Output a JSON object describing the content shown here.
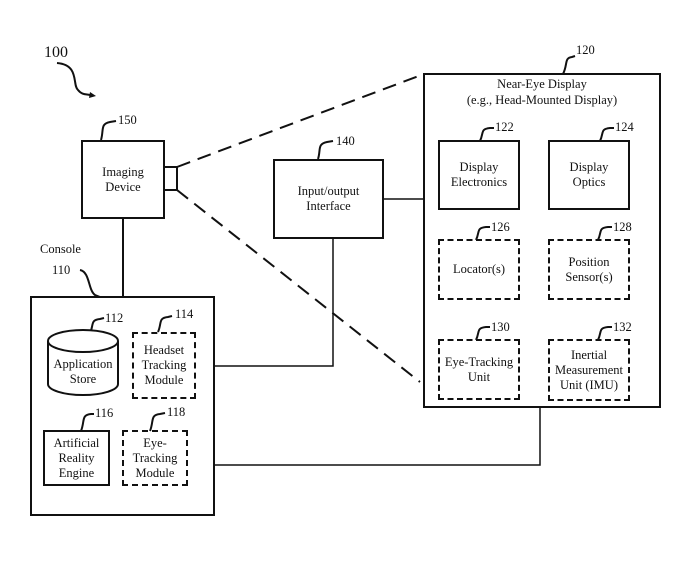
{
  "figure_ref": "100",
  "imaging_device": {
    "ref": "150",
    "label": "Imaging Device"
  },
  "console": {
    "ref": "110",
    "label": "Console"
  },
  "application_store": {
    "ref": "112",
    "label": "Application Store"
  },
  "headset_tracking": {
    "ref": "114",
    "label": "Headset Tracking Module"
  },
  "ar_engine": {
    "ref": "116",
    "label": "Artificial Reality Engine"
  },
  "eye_tracking_module": {
    "ref": "118",
    "label": "Eye-Tracking Module"
  },
  "io_interface": {
    "ref": "140",
    "label": "Input/output Interface"
  },
  "near_eye_display": {
    "ref": "120",
    "title_line1": "Near-Eye Display",
    "title_line2": "(e.g., Head-Mounted Display)"
  },
  "display_electronics": {
    "ref": "122",
    "label": "Display Electronics"
  },
  "display_optics": {
    "ref": "124",
    "label": "Display Optics"
  },
  "locators": {
    "ref": "126",
    "label": "Locator(s)"
  },
  "position_sensors": {
    "ref": "128",
    "label": "Position Sensor(s)"
  },
  "eye_tracking_unit": {
    "ref": "130",
    "label": "Eye-Tracking Unit"
  },
  "imu": {
    "ref": "132",
    "label": "Inertial Measurement Unit (IMU)"
  }
}
